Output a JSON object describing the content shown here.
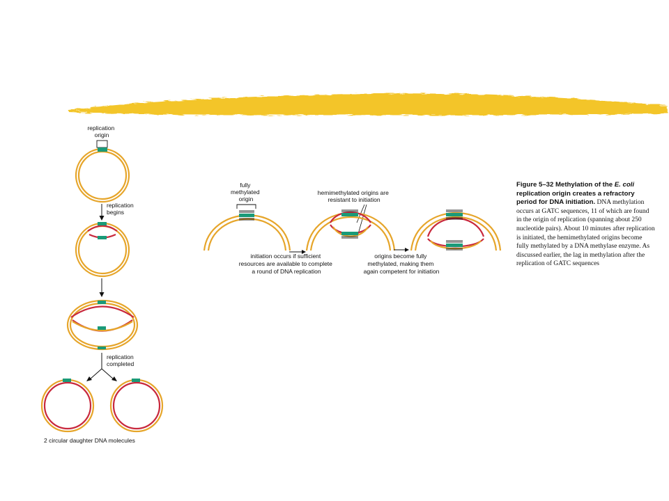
{
  "colors": {
    "dna_strand": "#e6a52a",
    "new_strand": "#c8283c",
    "origin": "#1a9a78",
    "brush": "#f2c21c",
    "methyl": "#111111"
  },
  "left_panel": {
    "label_replication_origin": [
      "replication",
      "origin"
    ],
    "label_replication_begins": [
      "replication",
      "begins"
    ],
    "label_replication_completed": [
      "replication",
      "completed"
    ],
    "label_daughters": "2 circular daughter DNA molecules"
  },
  "center_panel": {
    "label_fully_methylated": [
      "fully",
      "methylated",
      "origin"
    ],
    "label_hemimethylated": [
      "hemimethylated origins are",
      "resistant to initiation"
    ],
    "label_initiation": [
      "initiation occurs if sufficient",
      "resources are available to complete",
      "a round of DNA replication"
    ],
    "label_become_methylated": [
      "origins become fully",
      "methylated, making them",
      "again competent for initiation"
    ]
  },
  "caption": {
    "figure_label": "Figure 5–32",
    "title_before_italic": " Methylation of the ",
    "title_italic": "E. coli",
    "title_after_italic": " replication origin creates a refractory period for DNA initiation.",
    "body": "DNA methylation occurs at GATC sequences, 11 of which are found in the origin of replication (spanning about 250 nucleotide pairs). About 10 minutes after replication is initiated, the hemimethylated origins become fully methylated by a DNA methylase enzyme. As discussed earlier, the lag in methylation after the replication of GATC sequences"
  }
}
